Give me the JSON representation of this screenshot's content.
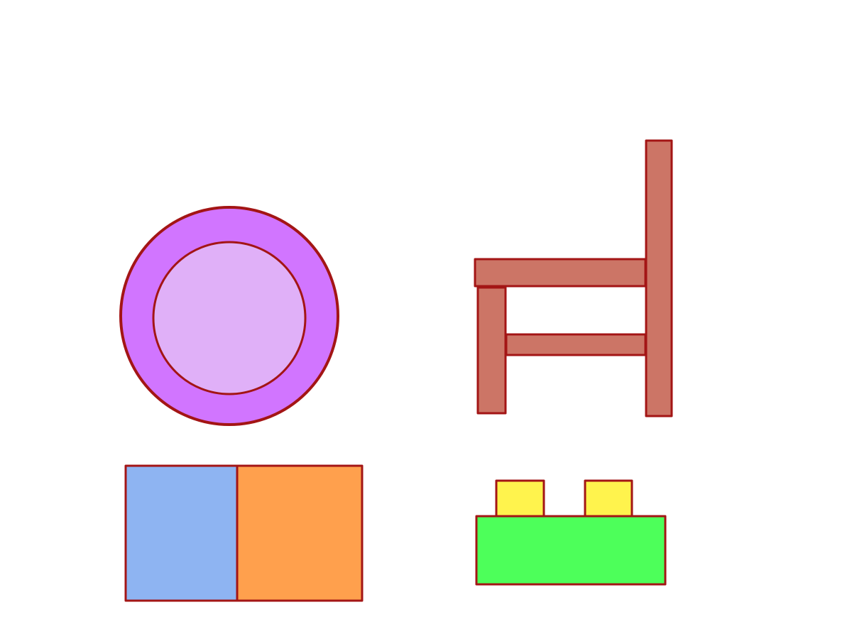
{
  "colors": {
    "outline": "#a31515",
    "background": "#ffffff",
    "plate_rim": "#d175ff",
    "plate_center": "#e0b0f8",
    "chair_wood": "#cc7566",
    "block_left": "#8eb4f2",
    "block_right": "#ffa04d",
    "brick_base": "#4dff5a",
    "brick_studs": "#fff34d"
  },
  "objects": [
    {
      "id": "plate",
      "kind": "plate-icon"
    },
    {
      "id": "chair",
      "kind": "chair-icon"
    },
    {
      "id": "two_color_block",
      "kind": "block-icon"
    },
    {
      "id": "toy_brick",
      "kind": "brick-icon"
    }
  ]
}
